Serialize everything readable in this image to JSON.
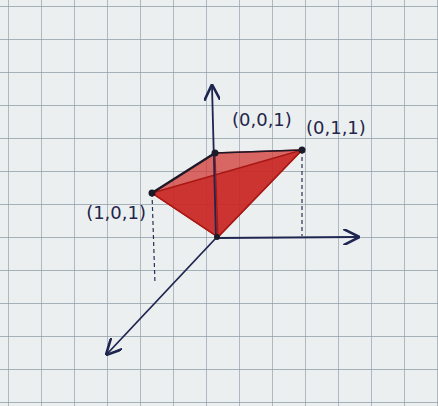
{
  "diagram": {
    "labels": [
      "(0,0,1)",
      "(0,1,1)",
      "(1,0,1)"
    ]
  }
}
